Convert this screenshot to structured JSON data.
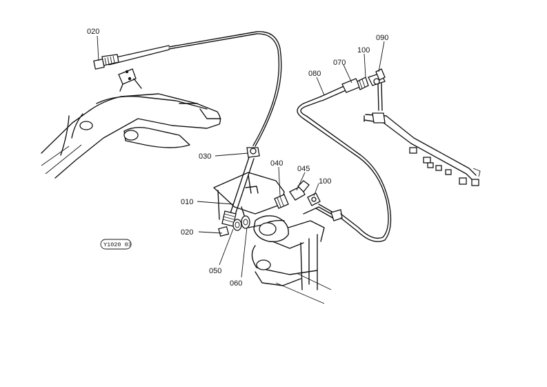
{
  "labels": [
    {
      "id": "020a",
      "text": "020"
    },
    {
      "id": "030",
      "text": "030"
    },
    {
      "id": "010",
      "text": "010"
    },
    {
      "id": "020b",
      "text": "020"
    },
    {
      "id": "040",
      "text": "040"
    },
    {
      "id": "045",
      "text": "045"
    },
    {
      "id": "100a",
      "text": "100"
    },
    {
      "id": "050",
      "text": "050"
    },
    {
      "id": "060",
      "text": "060"
    },
    {
      "id": "080",
      "text": "080"
    },
    {
      "id": "070",
      "text": "070"
    },
    {
      "id": "100b",
      "text": "100"
    },
    {
      "id": "090",
      "text": "090"
    }
  ],
  "stamp": "Y1020 03"
}
